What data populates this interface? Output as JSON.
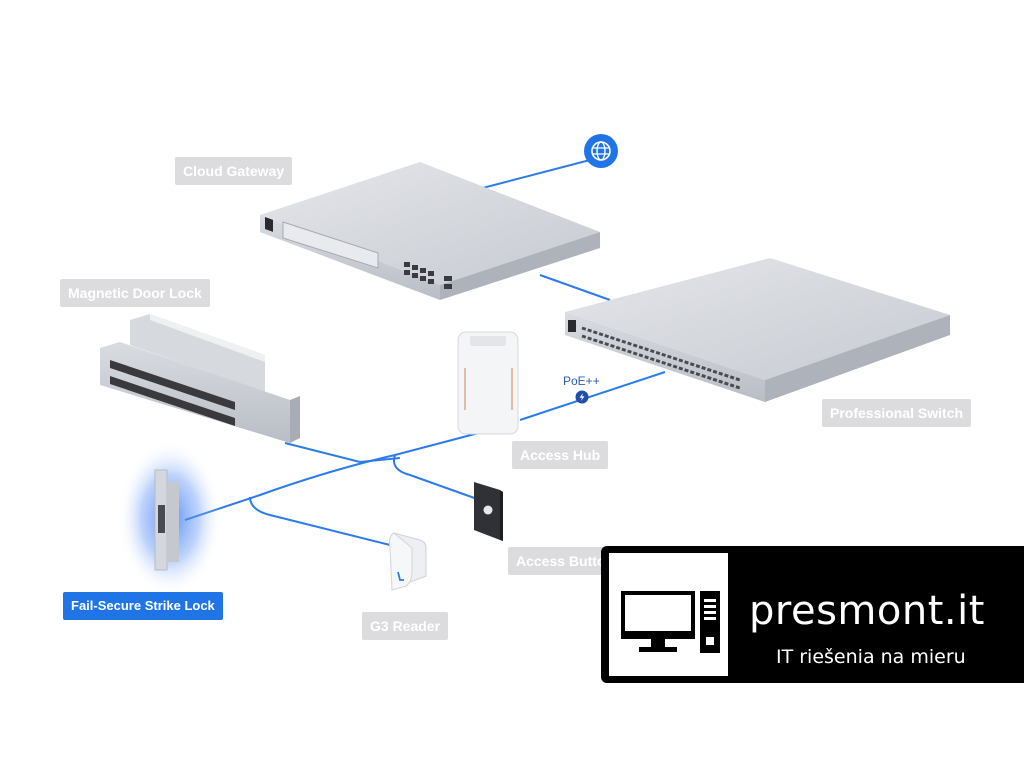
{
  "colors": {
    "accent": "#1f74e6",
    "cable": "#2b7ce9",
    "label_bg": "#dcdcdf",
    "label_text": "#ffffff",
    "device_metal": "#cfd2d8",
    "logo_bg": "#000000"
  },
  "labels": {
    "cloud_gateway": "Cloud Gateway",
    "magnetic_door_lock": "Magnetic Door Lock",
    "professional_switch": "Professional Switch",
    "access_hub": "Access Hub",
    "access_button": "Access Button",
    "fail_secure_strike_lock": "Fail-Secure Strike Lock",
    "g3_reader": "G3 Reader",
    "poe": "PoE++"
  },
  "icons": {
    "internet": "globe-icon",
    "poe": "lightning-icon",
    "logo": "computer-icon"
  },
  "logo": {
    "title": "presmont.it",
    "subtitle": "IT riešenia na mieru"
  }
}
